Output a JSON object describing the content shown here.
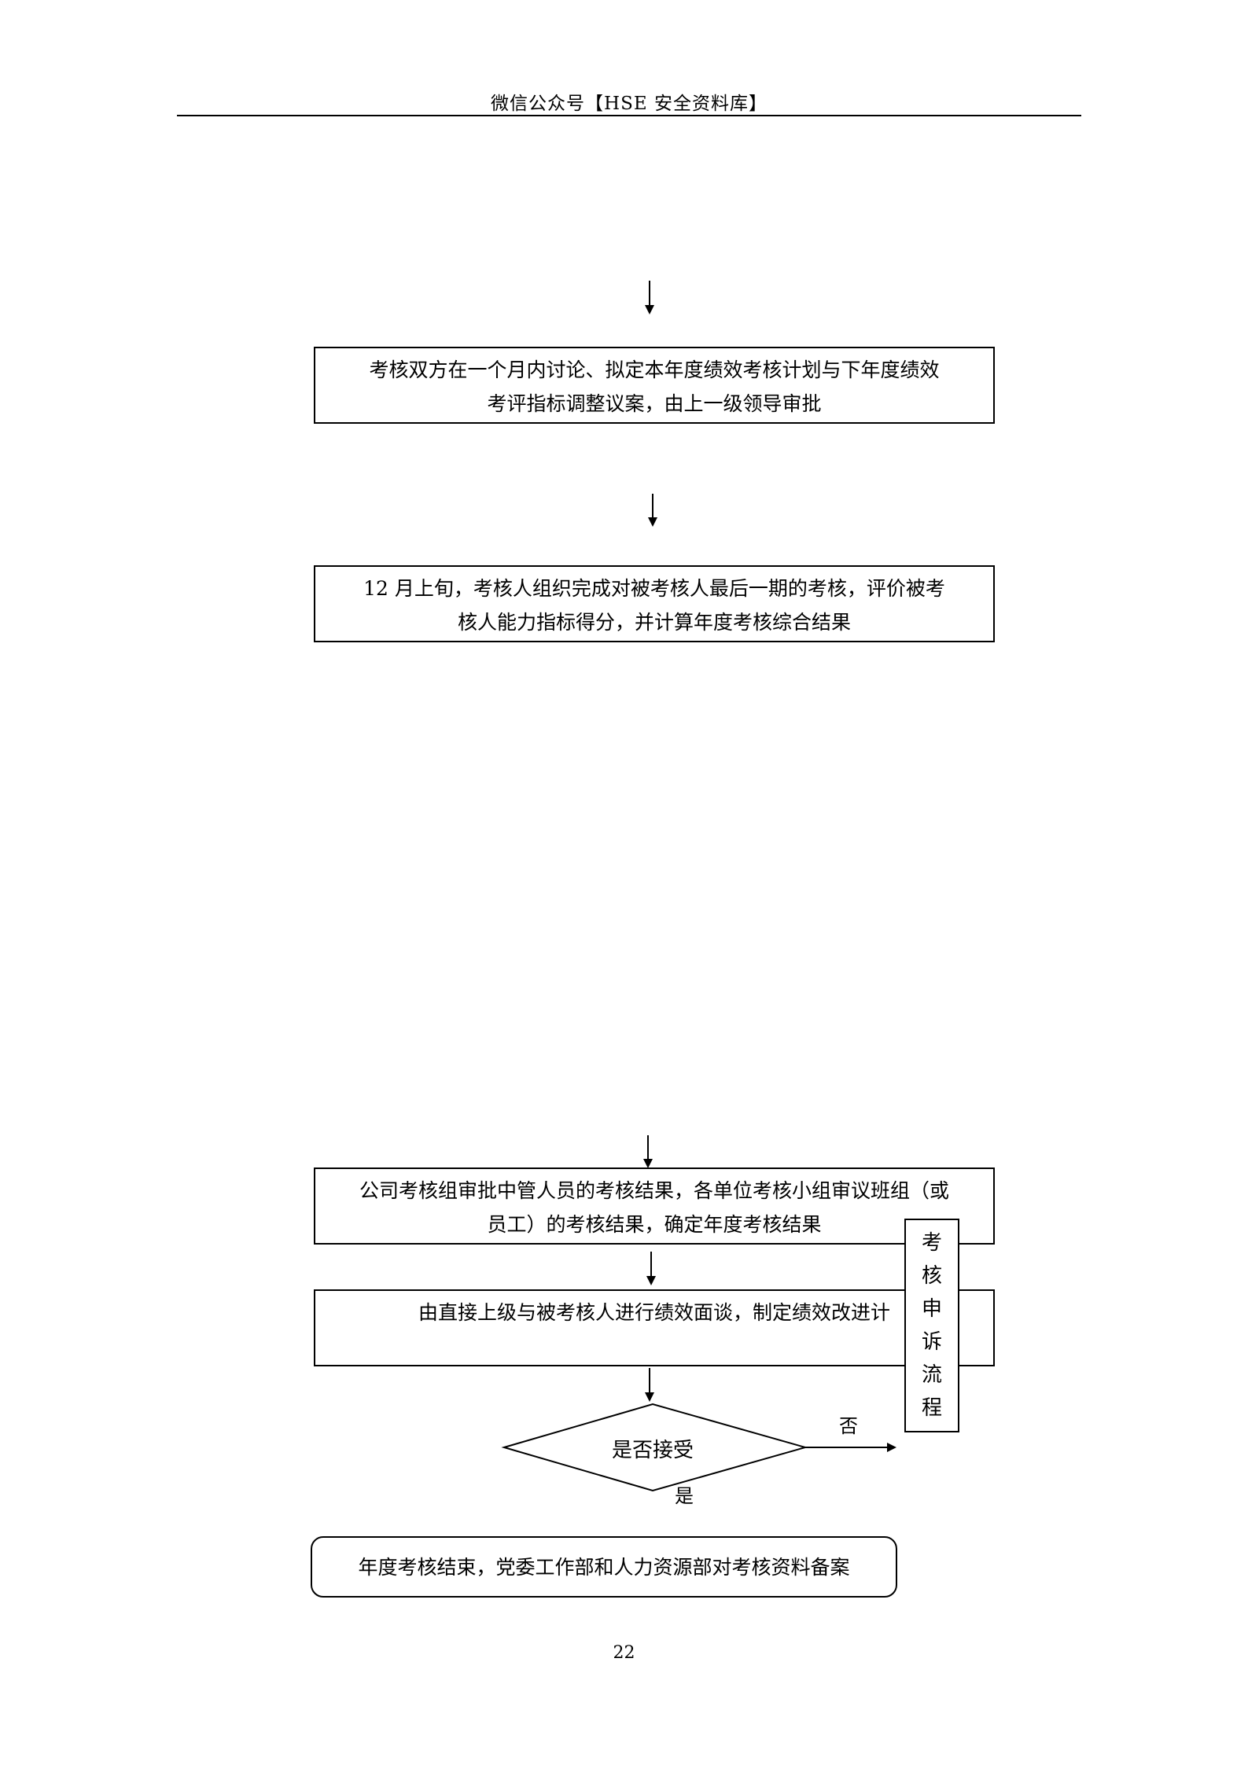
{
  "header": {
    "text": "微信公众号【HSE 安全资料库】"
  },
  "flow": {
    "box1_line1": "考核双方在一个月内讨论、拟定本年度绩效考核计划与下年度绩效",
    "box1_line2": "考评指标调整议案，由上一级领导审批",
    "box2_line1": "12 月上旬，考核人组织完成对被考核人最后一期的考核，评价被考",
    "box2_line2": "核人能力指标得分，并计算年度考核综合结果",
    "box3_line1": "公司考核组审批中管人员的考核结果，各单位考核小组审议班组（或",
    "box3_line2": "员工）的考核结果，确定年度考核结果",
    "box4_text": "由直接上级与被考核人进行绩效面谈，制定绩效改进计",
    "decision_text": "是否接受",
    "label_no": "否",
    "label_yes": "是",
    "appeal_chars": [
      "考",
      "核",
      "申",
      "诉",
      "流",
      "程"
    ],
    "final_text": "年度考核结束，党委工作部和人力资源部对考核资料备案"
  },
  "footer": {
    "page_number": "22"
  }
}
